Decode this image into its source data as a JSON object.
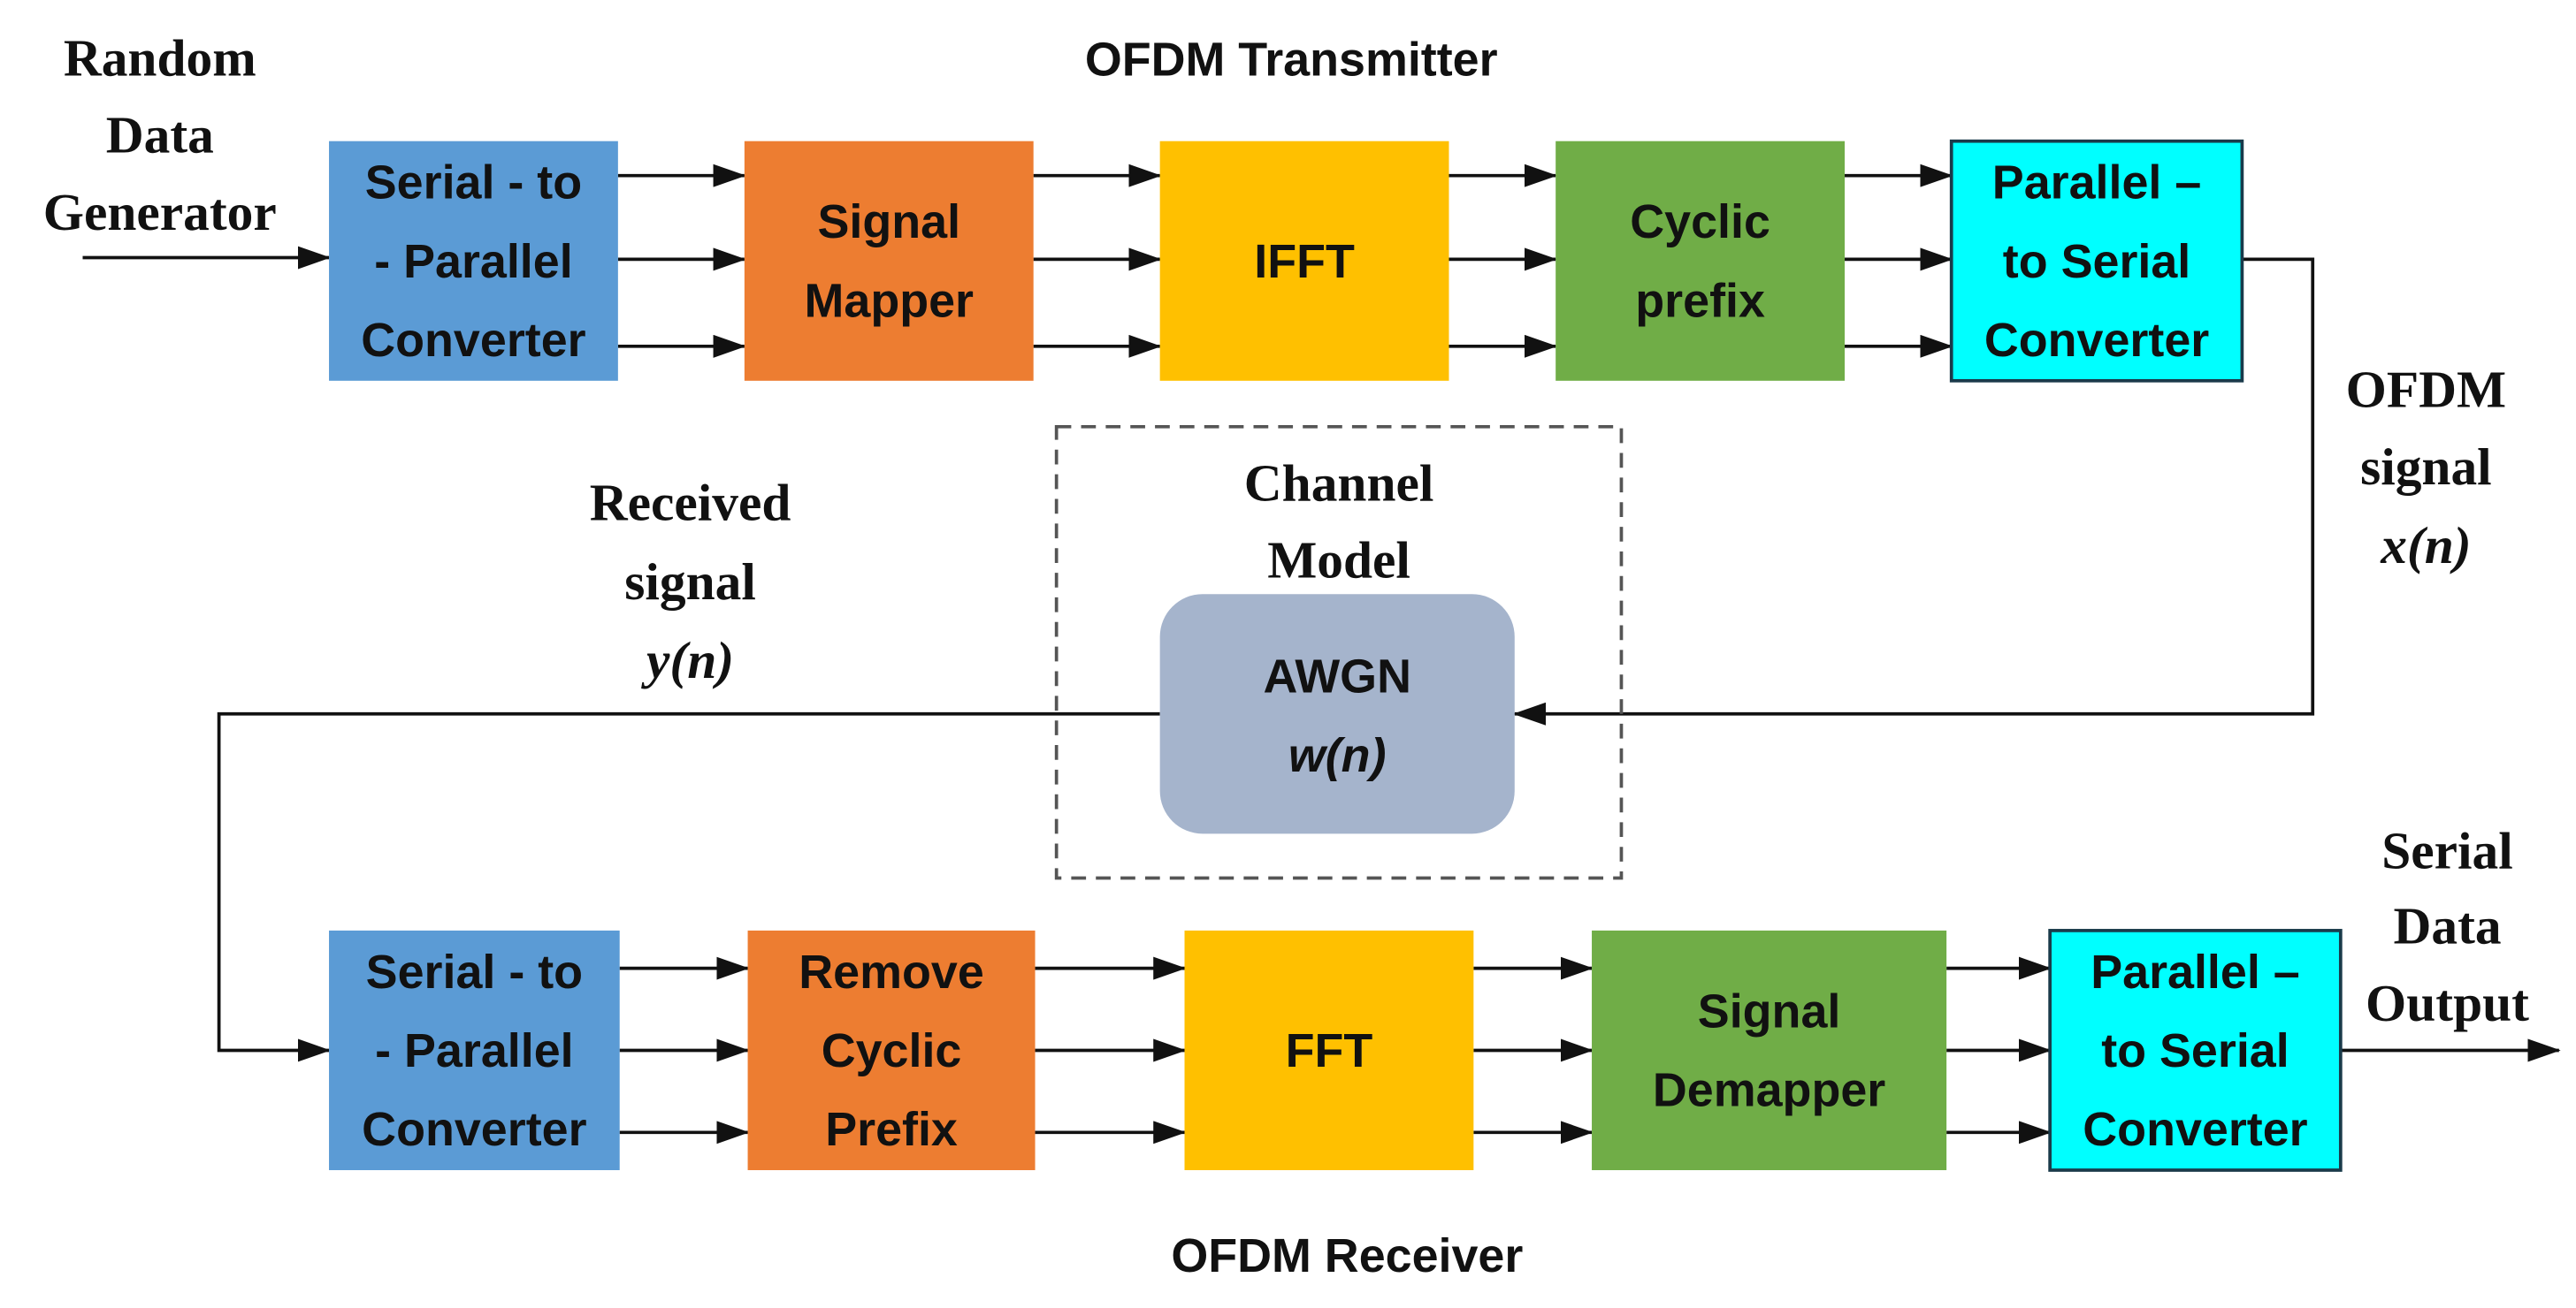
{
  "title_tx": "OFDM Transmitter",
  "title_rx": "OFDM Receiver",
  "input_label": [
    "Random",
    "Data",
    "Generator"
  ],
  "ofdm_signal_label": [
    "OFDM",
    "signal",
    "x(n)"
  ],
  "received_label": [
    "Received",
    "signal",
    "y(n)"
  ],
  "output_label": [
    "Serial",
    "Data",
    "Output"
  ],
  "channel": {
    "title": [
      "Channel",
      "Model"
    ],
    "block": [
      "AWGN",
      "w(n)"
    ],
    "color": "#a5b4cc"
  },
  "transmitter_blocks": [
    {
      "lines": [
        "Serial - to",
        "- Parallel",
        "Converter"
      ],
      "color": "#5b9bd5"
    },
    {
      "lines": [
        "Signal",
        "Mapper"
      ],
      "color": "#ed7d31"
    },
    {
      "lines": [
        "IFFT"
      ],
      "color": "#ffc000"
    },
    {
      "lines": [
        "Cyclic",
        "prefix"
      ],
      "color": "#70ad47"
    },
    {
      "lines": [
        "Parallel –",
        "to Serial",
        "Converter"
      ],
      "color": "#00ffff"
    }
  ],
  "receiver_blocks": [
    {
      "lines": [
        "Serial - to",
        "- Parallel",
        "Converter"
      ],
      "color": "#5b9bd5"
    },
    {
      "lines": [
        "Remove",
        "Cyclic",
        "Prefix"
      ],
      "color": "#ed7d31"
    },
    {
      "lines": [
        "FFT"
      ],
      "color": "#ffc000"
    },
    {
      "lines": [
        "Signal",
        "Demapper"
      ],
      "color": "#70ad47"
    },
    {
      "lines": [
        "Parallel –",
        "to Serial",
        "Converter"
      ],
      "color": "#00ffff"
    }
  ]
}
